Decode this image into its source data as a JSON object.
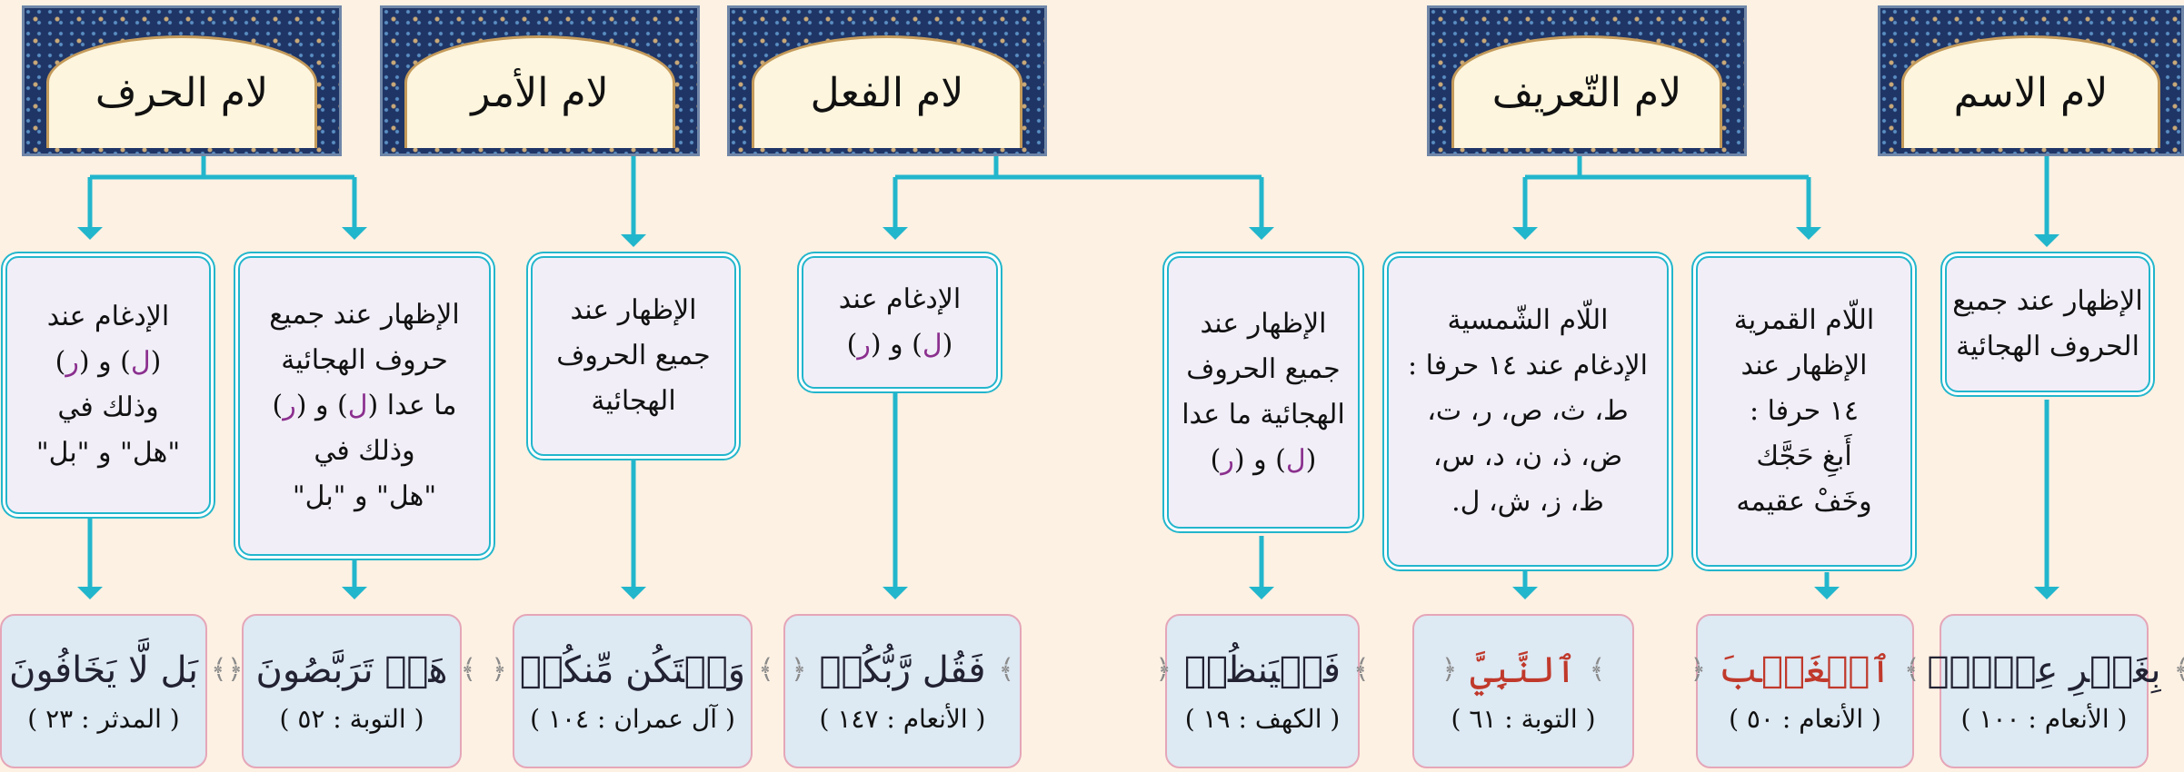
{
  "colors": {
    "connector": "#22b6cc",
    "highlight": "#8b2f8e",
    "background": "#fdf1e3"
  },
  "headers": {
    "ism": "لام الاسم",
    "tarif": "لام التّعريف",
    "fil": "لام الفعل",
    "amr": "لام الأمر",
    "harf": "لام الحرف"
  },
  "rules": {
    "ism": {
      "l1": "الإظهار عند جميع",
      "l2": "الحروف الهجائية"
    },
    "qamariyya": {
      "l1": "اللّام القمرية",
      "l2": "الإظهار عند",
      "l3": "١٤ حرفا :",
      "l4": "أَبغِ حَجَّك",
      "l5": "وخَفْ عقيمه"
    },
    "shamsiyya": {
      "l1": "اللّام الشّمسية",
      "l2": "الإدغام عند ١٤ حرفا :",
      "l3": "ط، ث، ص، ر، ت،",
      "l4": "ض، ذ، ن، د، س،",
      "l5": "ظ، ز، ش، ل."
    },
    "fil_izhar": {
      "l1": "الإظهار عند",
      "l2": "جميع الحروف",
      "l3": "الهجائية ما عدا",
      "open1": "(",
      "lam": "ل",
      "close1": ")",
      "wa": " و ",
      "open2": "(",
      "ra": "ر",
      "close2": ")"
    },
    "fil_idgham": {
      "l1": "الإدغام عند",
      "open1": "(",
      "lam": "ل",
      "close1": ")",
      "wa": " و ",
      "open2": "(",
      "ra": "ر",
      "close2": ")"
    },
    "amr": {
      "l1": "الإظهار عند",
      "l2": "جميع الحروف",
      "l3": "الهجائية"
    },
    "harf_izhar": {
      "l1": "الإظهار عند جميع",
      "l2": "حروف الهجائية",
      "pre": "ما عدا ",
      "open1": "(",
      "lam": "ل",
      "close1": ")",
      "wa": " و ",
      "open2": "(",
      "ra": "ر",
      "close2": ")",
      "l4": "وذلك في",
      "l5": "\"هل\" و \"بل\""
    },
    "harf_idgham": {
      "l1": "الإدغام عند",
      "open1": "(",
      "lam": "ل",
      "close1": ")",
      "wa": " و ",
      "open2": "(",
      "ra": "ر",
      "close2": ")",
      "l3": "وذلك في",
      "l4": "\"هل\" و \"بل\""
    }
  },
  "examples": {
    "ism": {
      "verse": "بِغَيۡرِ عِلۡمٍۚ",
      "ref": "( الأنعام : ١٠٠ )"
    },
    "qamariyya": {
      "verse": "ٱلۡغَيۡبَ",
      "ref": "( الأنعام : ٥٠ )"
    },
    "shamsiyya": {
      "verse": "ٱلنَّبِيَّ",
      "ref": "( التوبة : ٦١ )"
    },
    "fil_izhar": {
      "verse": "فَلۡيَنظُرۡ",
      "ref": "( الكهف : ١٩ )"
    },
    "fil_idgham": {
      "verse": "فَقُل رَّبُّكُمۡ",
      "ref": "( الأنعام : ١٤٧ )"
    },
    "amr": {
      "verse": "وَلۡتَكُن مِّنكُمۡ",
      "ref": "( آل عمران : ١٠٤ )"
    },
    "harf_izhar": {
      "verse": "هَلۡ تَرَبَّصُونَ",
      "ref": "( التوبة : ٥٢ )"
    },
    "harf_idgham": {
      "verse": "بَل لَّا يَخَافُونَ",
      "ref": "( المدثر : ٢٣ )"
    }
  },
  "ornament": {
    "open": "﴿",
    "close": "﴾"
  }
}
